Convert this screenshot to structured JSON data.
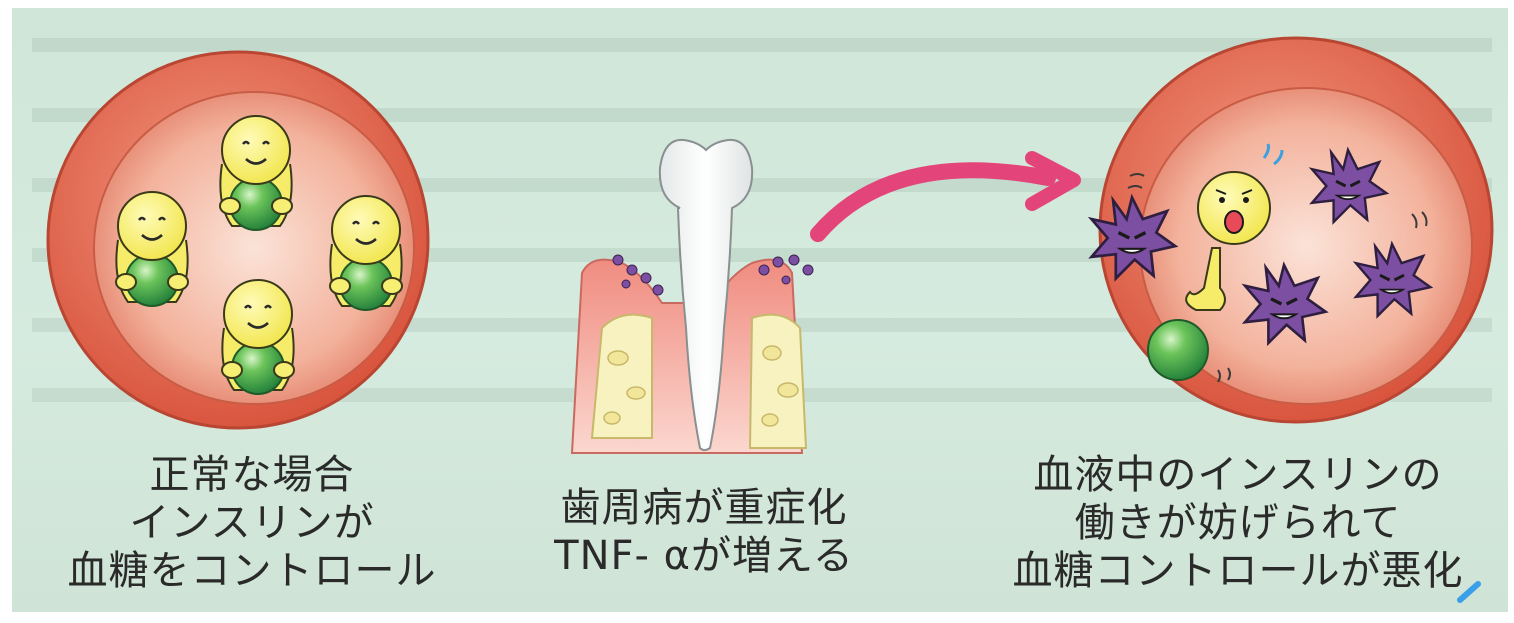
{
  "panels": {
    "normal": {
      "lines": [
        "正常な場合",
        "インスリンが",
        "血糖をコントロール"
      ]
    },
    "periodontal": {
      "lines": [
        "歯周病が重症化",
        "TNF- αが増える"
      ]
    },
    "worsened": {
      "lines": [
        "血液中のインスリンの",
        "働きが妨げられて",
        "血糖コントロールが悪化"
      ]
    }
  },
  "colors": {
    "background": "#d3e9dc",
    "vessel_wall": "#e06a52",
    "vessel_inner": "#f2b4a0",
    "insulin_face": "#f7f06a",
    "glucose_ball": "#3fa844",
    "tnf_alpha": "#7c4fa0",
    "arrow": "#e3457a",
    "gum": "#ef8f86",
    "bone": "#f6efb0"
  }
}
